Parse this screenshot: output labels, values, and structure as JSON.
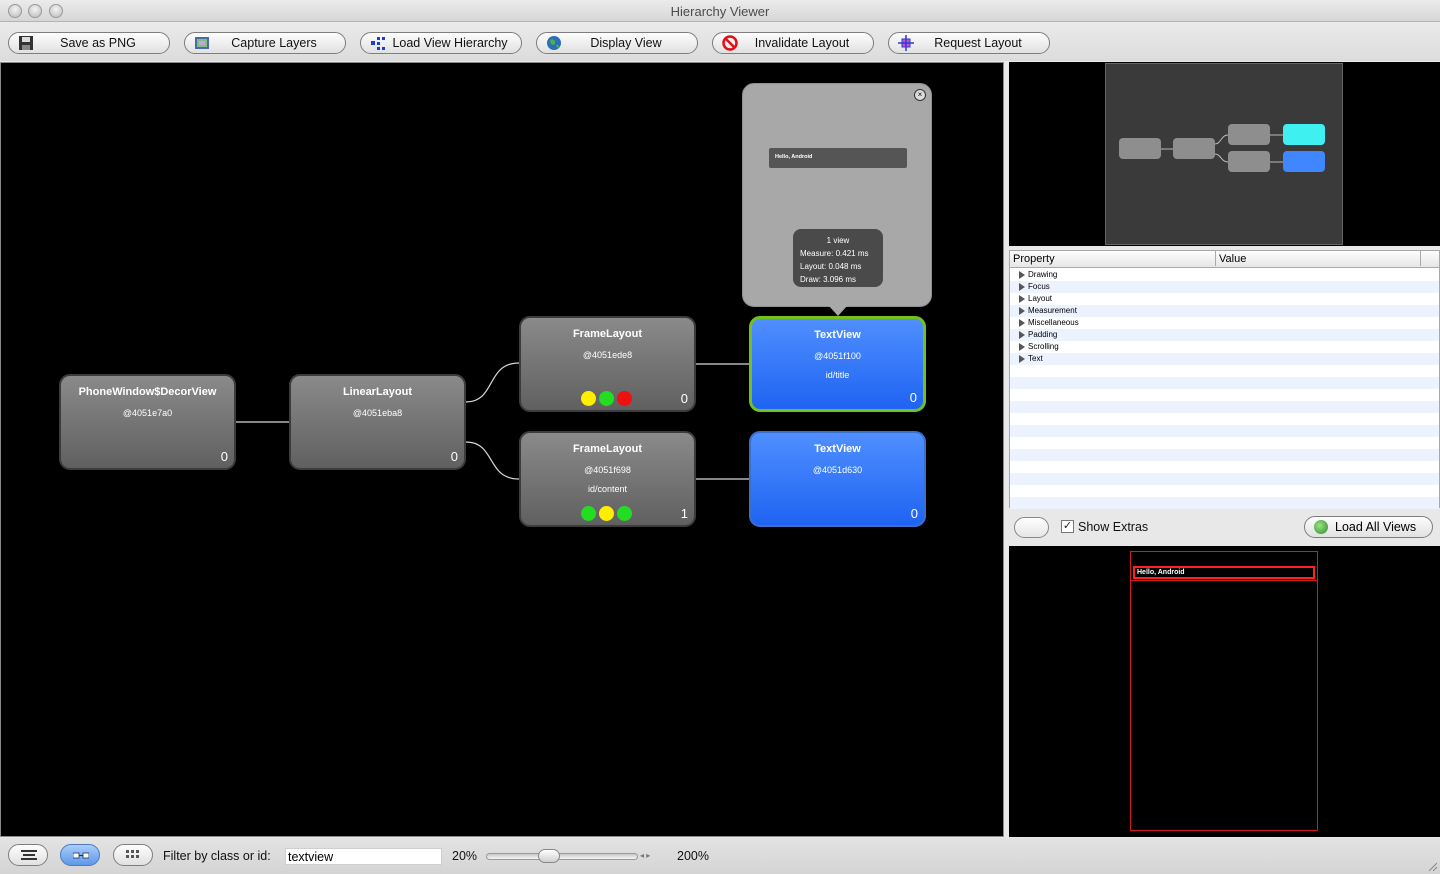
{
  "window": {
    "title": "Hierarchy Viewer"
  },
  "toolbar": {
    "buttons": [
      {
        "label": "Save as PNG",
        "icon": "floppy-disk-icon"
      },
      {
        "label": "Capture Layers",
        "icon": "layers-icon"
      },
      {
        "label": "Load View Hierarchy",
        "icon": "tree-icon"
      },
      {
        "label": "Display View",
        "icon": "globe-icon"
      },
      {
        "label": "Invalidate Layout",
        "icon": "no-entry-icon"
      },
      {
        "label": "Request Layout",
        "icon": "crosshair-icon"
      }
    ]
  },
  "tree": {
    "nodes": [
      {
        "name": "PhoneWindow$DecorView",
        "address": "@4051e7a0",
        "id": "",
        "count": "0",
        "style": "gray",
        "selected": false,
        "dots": []
      },
      {
        "name": "LinearLayout",
        "address": "@4051eba8",
        "id": "",
        "count": "0",
        "style": "gray",
        "selected": false,
        "dots": []
      },
      {
        "name": "FrameLayout",
        "address": "@4051ede8",
        "id": "",
        "count": "0",
        "style": "gray",
        "selected": false,
        "dots": [
          "#ffee00",
          "#22dd22",
          "#ee1111"
        ]
      },
      {
        "name": "FrameLayout",
        "address": "@4051f698",
        "id": "id/content",
        "count": "1",
        "style": "gray",
        "selected": false,
        "dots": [
          "#22dd22",
          "#ffee00",
          "#22dd22"
        ]
      },
      {
        "name": "TextView",
        "address": "@4051f100",
        "id": "id/title",
        "count": "0",
        "style": "blue",
        "selected": true,
        "dots": []
      },
      {
        "name": "TextView",
        "address": "@4051d630",
        "id": "",
        "count": "0",
        "style": "blue",
        "selected": false,
        "dots": []
      }
    ],
    "popup": {
      "preview_text": "Hello, Android",
      "views": "1 view",
      "measure": "Measure: 0.421 ms",
      "layout": "Layout: 0.048 ms",
      "draw": "Draw: 3.096 ms"
    },
    "colors": {
      "canvas": "#000000",
      "gray_node": "#7a7a7a",
      "blue_node": "#2f74ff",
      "selected_border": "#72c21b",
      "overview_highlight": "#3ff0f0"
    }
  },
  "properties": {
    "header": {
      "property": "Property",
      "value": "Value"
    },
    "rows": [
      "Drawing",
      "Focus",
      "Layout",
      "Measurement",
      "Miscellaneous",
      "Padding",
      "Scrolling",
      "Text"
    ]
  },
  "options": {
    "show_extras_label": "Show Extras",
    "show_extras_checked": true,
    "load_all_views_label": "Load All Views"
  },
  "layout_view": {
    "selected_text": "Hello, Android"
  },
  "statusbar": {
    "filter_label": "Filter by class or id:",
    "filter_value": "textview",
    "zoom_min": "20%",
    "zoom_max": "200%",
    "zoom_position": 0.4
  }
}
